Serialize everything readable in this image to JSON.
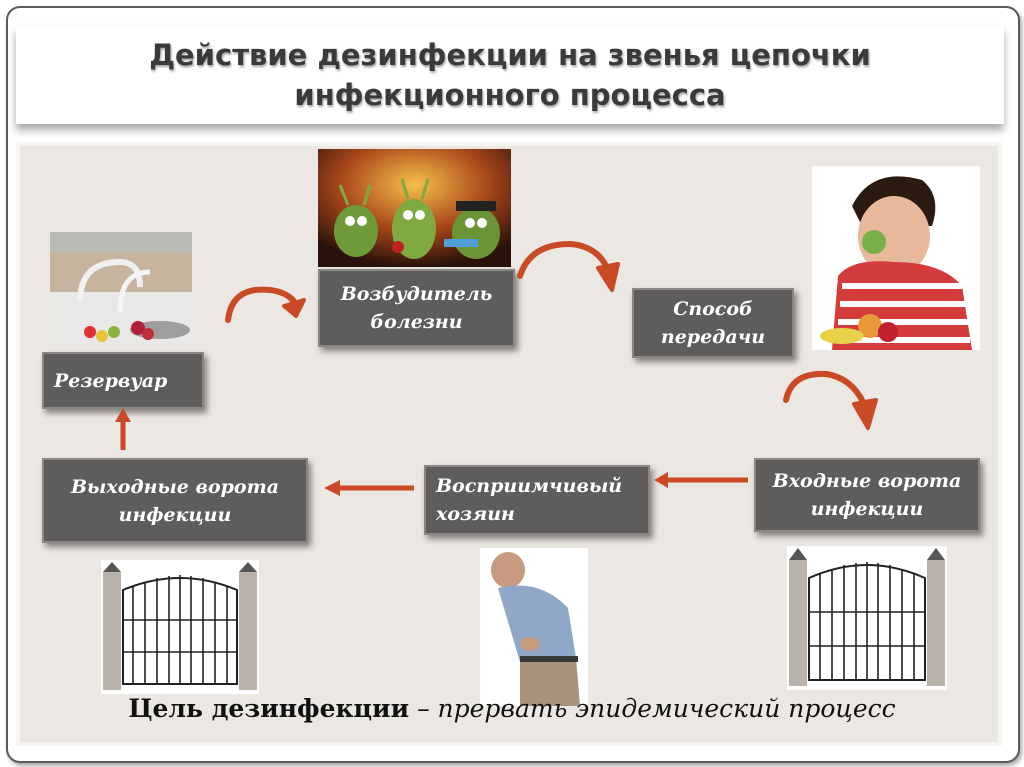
{
  "slide": {
    "title_line1": "Действие дезинфекции на звенья цепочки",
    "title_line2": "инфекционного процесса"
  },
  "boxes": {
    "pathogen": "Возбудитель\nболезни",
    "transmission": "Способ\nпередачи",
    "reservoir": "Резервуар",
    "exit_gate": "Выходные ворота\nинфекции",
    "host": "Восприимчивый\nхозяин",
    "entry_gate": "Входные ворота\nинфекции"
  },
  "goal": {
    "bold": "Цель дезинфекции",
    "dash": " – ",
    "italic": "прервать эпидемический процесс"
  },
  "colors": {
    "arrow": "#c94a25",
    "box": "#5f5c5c",
    "background": "#ebe7e3"
  },
  "images": [
    "kitchen-sink-photo",
    "germ-monsters-photo",
    "child-eating-photo",
    "iron-gate-left-photo",
    "sick-man-photo",
    "iron-gate-right-photo"
  ]
}
